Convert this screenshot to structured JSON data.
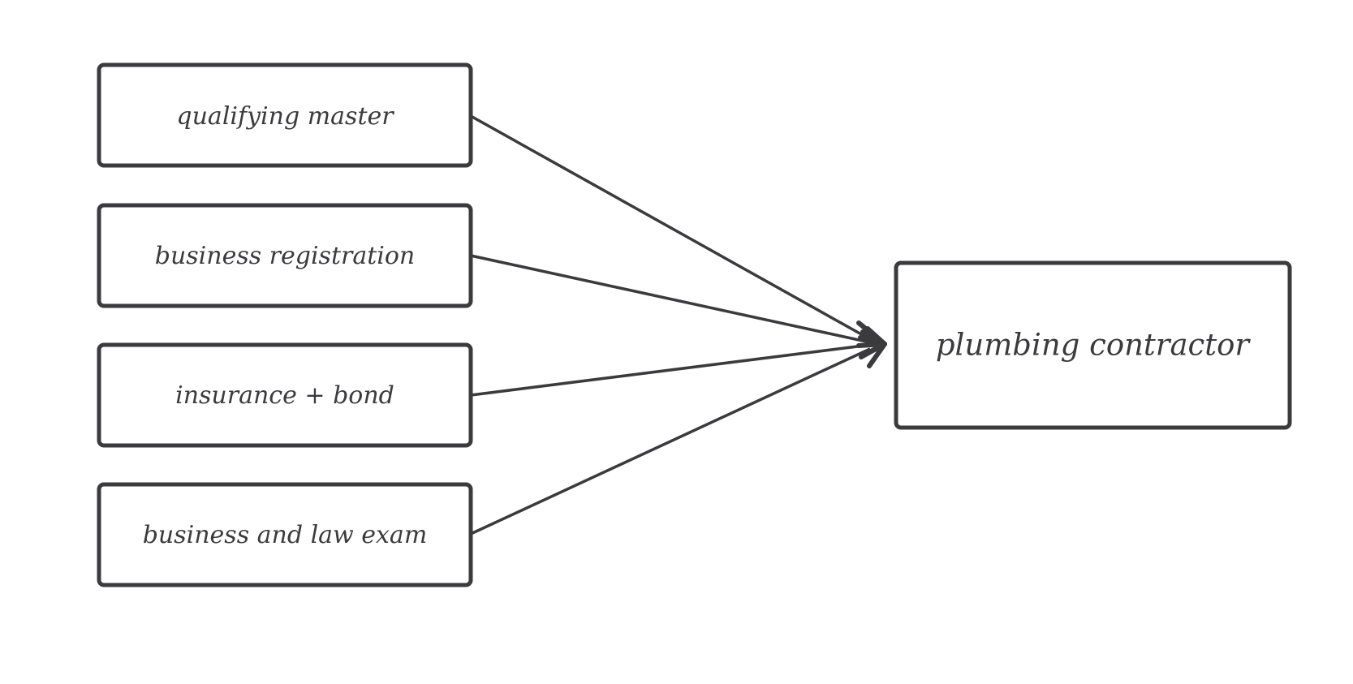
{
  "diagram": {
    "sources": [
      {
        "id": "qualifying-master",
        "label": "qualifying master"
      },
      {
        "id": "business-registration",
        "label": "business registration"
      },
      {
        "id": "insurance-bond",
        "label": "insurance + bond"
      },
      {
        "id": "business-law-exam",
        "label": "business and law exam"
      }
    ],
    "target": {
      "id": "plumbing-contractor",
      "label": "plumbing contractor"
    },
    "colors": {
      "stroke": "#3b3a3c",
      "background": "#ffffff"
    }
  }
}
